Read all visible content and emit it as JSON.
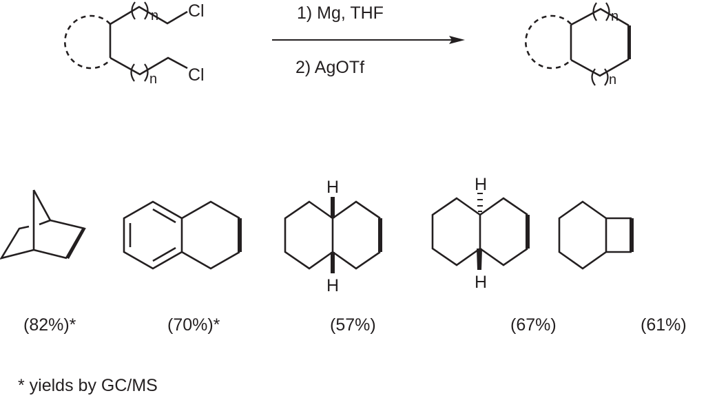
{
  "reaction": {
    "reagents": {
      "step1": "1) Mg, THF",
      "step2": "2) AgOTf"
    },
    "reactant": {
      "description": "ring-fused bis(chloroalkyl) precursor",
      "atoms": {
        "cl_top": "Cl",
        "cl_bottom": "Cl",
        "n_top": "n",
        "n_bottom": "n"
      }
    },
    "product": {
      "description": "fused cycloalkene",
      "atoms": {
        "n_top": "n",
        "n_bottom": "n"
      }
    }
  },
  "examples": [
    {
      "name": "norbornene",
      "yield": "(82%)*"
    },
    {
      "name": "1,2-dihydronaphthalene",
      "yield": "(70%)*"
    },
    {
      "name": "cis-octahydronaphthalene",
      "yield": "(57%)",
      "atoms": {
        "h_top": "H",
        "h_bottom": "H"
      }
    },
    {
      "name": "trans-octahydronaphthalene",
      "yield": "(67%)",
      "atoms": {
        "h_top": "H",
        "h_bottom": "H"
      }
    },
    {
      "name": "bicyclo[4.2.0]octene",
      "yield": "(61%)"
    }
  ],
  "footnote": "* yields by GC/MS",
  "colors": {
    "ink": "#231f20",
    "background": "#ffffff"
  }
}
